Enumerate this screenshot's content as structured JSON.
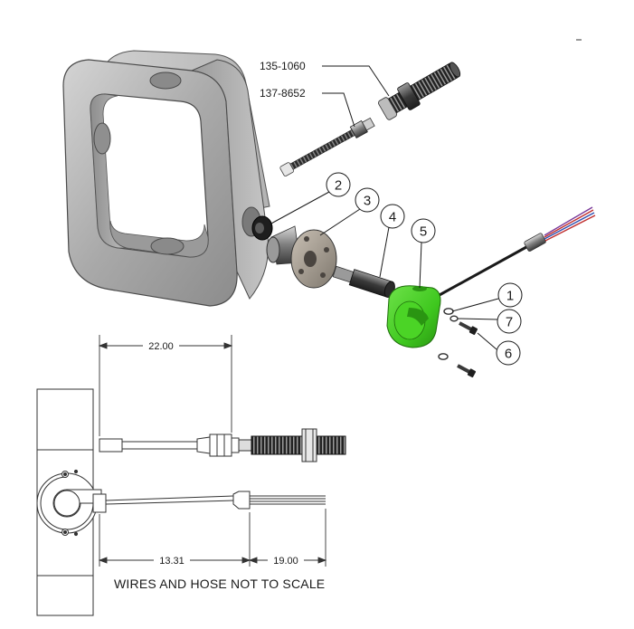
{
  "part_labels": {
    "bolt": "135-1060",
    "cable": "137-8652"
  },
  "callouts": {
    "c1": "1",
    "c2": "2",
    "c3": "3",
    "c4": "4",
    "c5": "5",
    "c6": "6",
    "c7": "7"
  },
  "dimensions": {
    "top": "22.00",
    "bottom_left": "13.31",
    "bottom_right": "19.00"
  },
  "note": "WIRES AND HOSE NOT TO SCALE",
  "colors": {
    "highlight_part": "#3fc81f",
    "metal": "#b8b8b8",
    "line": "#1a1a1a"
  }
}
